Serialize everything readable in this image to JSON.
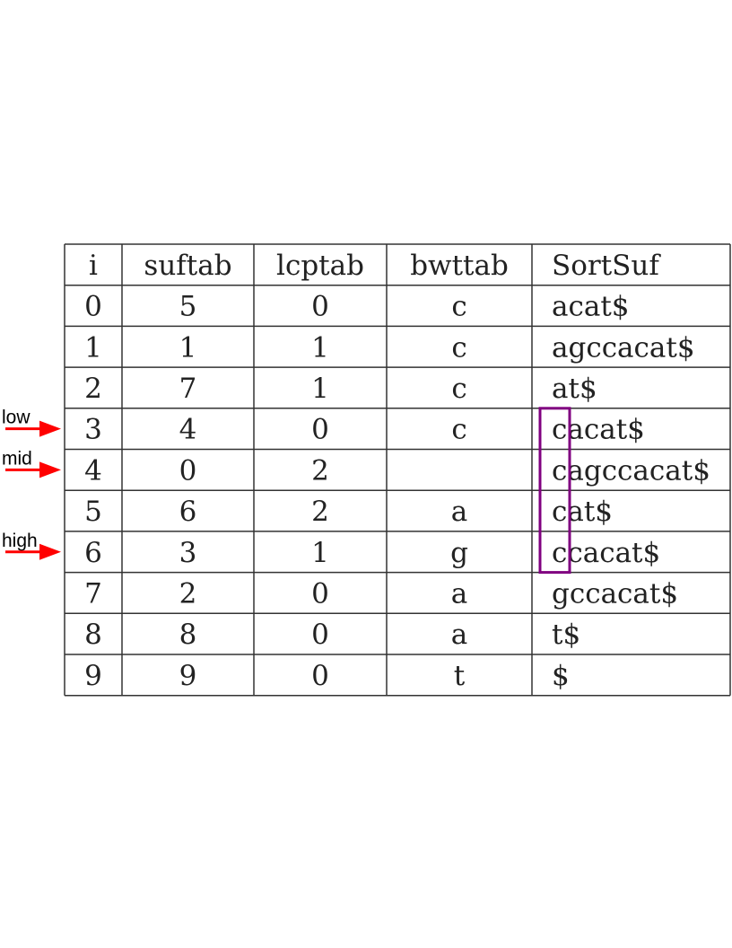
{
  "table": {
    "columns": [
      "i",
      "suftab",
      "lcptab",
      "bwttab",
      "SortSuf"
    ],
    "rows": [
      [
        "0",
        "5",
        "0",
        "c",
        "acat$"
      ],
      [
        "1",
        "1",
        "1",
        "c",
        "agccacat$"
      ],
      [
        "2",
        "7",
        "1",
        "c",
        "at$"
      ],
      [
        "3",
        "4",
        "0",
        "c",
        "cacat$"
      ],
      [
        "4",
        "0",
        "2",
        "",
        "cagccacat$"
      ],
      [
        "5",
        "6",
        "2",
        "a",
        "cat$"
      ],
      [
        "6",
        "3",
        "1",
        "g",
        "ccacat$"
      ],
      [
        "7",
        "2",
        "0",
        "a",
        "gccacat$"
      ],
      [
        "8",
        "8",
        "0",
        "a",
        "t$"
      ],
      [
        "9",
        "9",
        "0",
        "t",
        "$"
      ]
    ]
  },
  "pointers": [
    {
      "label": "low",
      "row": 3
    },
    {
      "label": "mid",
      "row": 4
    },
    {
      "label": "high",
      "row": 6
    }
  ],
  "highlight": {
    "from_row": 3,
    "to_row": 6,
    "column": "SortSuf"
  },
  "colors": {
    "grid": "#333333",
    "text": "#222222",
    "arrow": "#ff0000",
    "highlight": "#800080"
  }
}
